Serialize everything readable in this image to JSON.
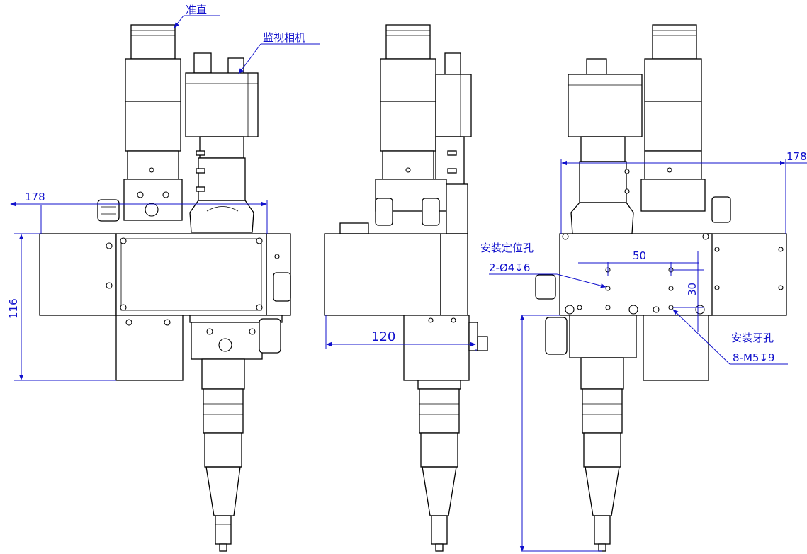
{
  "labels": {
    "collimator": "准直",
    "monitor_camera": "监视相机",
    "locating_hole": "安装定位孔",
    "locating_hole_spec": "2-Ø4↧6",
    "thread_hole": "安装牙孔",
    "thread_hole_spec": "8-M5↧9"
  },
  "dimensions": {
    "left_width": "178",
    "left_height": "116",
    "middle_width": "120",
    "right_width": "178",
    "hole_spacing_x": "50",
    "hole_spacing_y": "30"
  },
  "colors": {
    "line": "#000000",
    "dimension": "#1010cc"
  }
}
